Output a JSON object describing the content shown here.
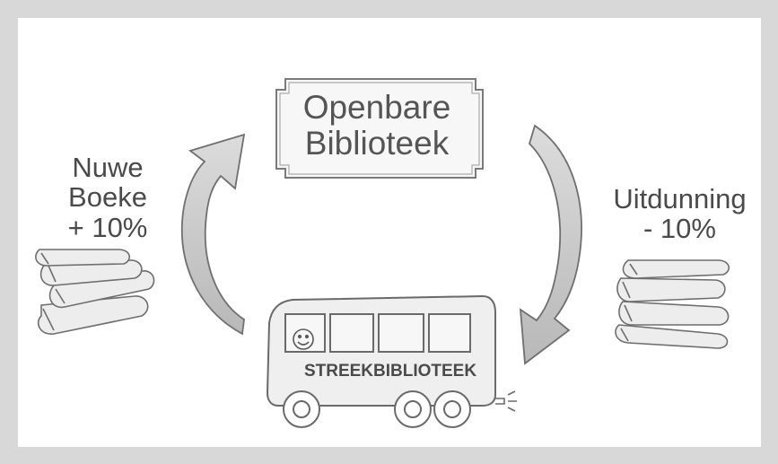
{
  "library": {
    "line1": "Openbare",
    "line2": "Biblioteek"
  },
  "new_books": {
    "line1": "Nuwe",
    "line2": "Boeke",
    "line3": "+ 10%"
  },
  "weeding": {
    "line1": "Uitdunning",
    "line2": "- 10%"
  },
  "bus": {
    "label": "STREEKBIBLIOTEEK"
  },
  "colors": {
    "background": "#d8d8d8",
    "panel": "#ffffff",
    "arrow_fill": "#c8c8c8",
    "outline": "#6b6b6b",
    "text": "#4a4a4a"
  }
}
